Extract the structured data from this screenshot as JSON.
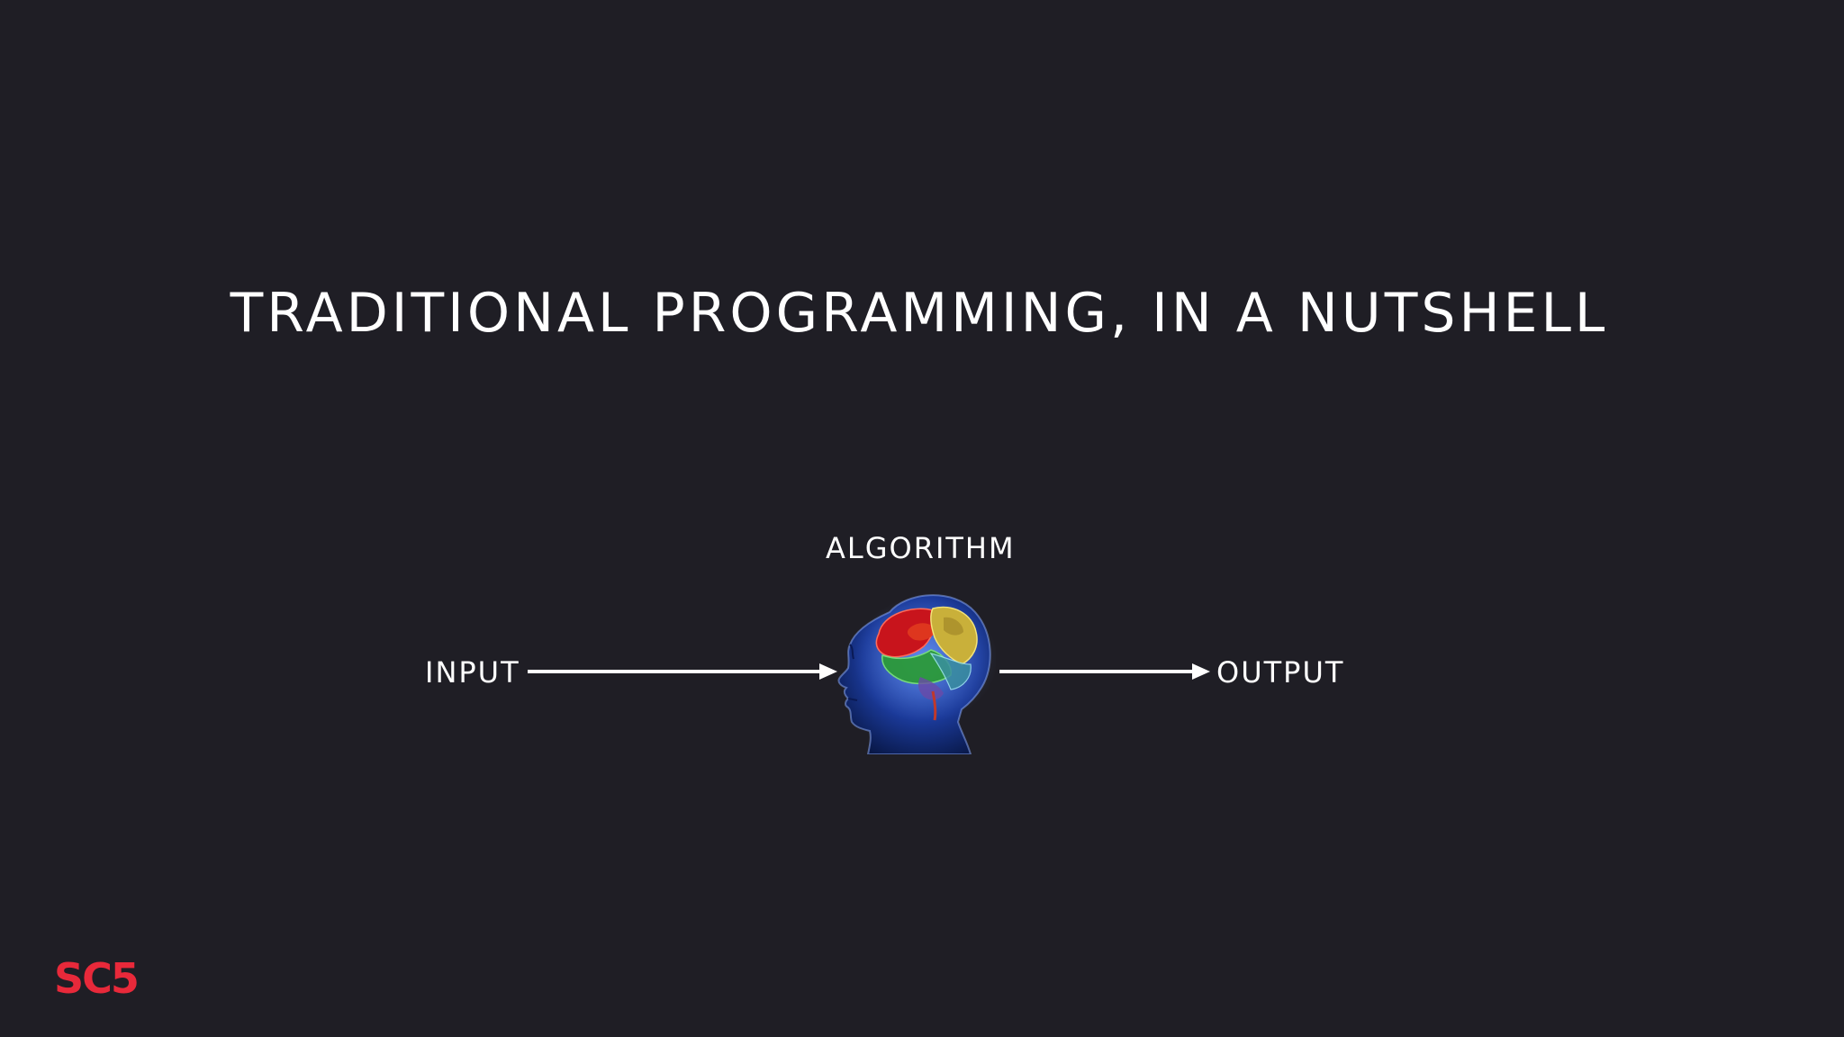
{
  "slide": {
    "title": "TRADITIONAL PROGRAMMING, IN A NUTSHELL",
    "diagram": {
      "algorithm_label": "ALGORITHM",
      "input_label": "INPUT",
      "output_label": "OUTPUT",
      "center_icon": "brain-head-icon"
    },
    "logo": "SC5"
  },
  "colors": {
    "background": "#1f1e25",
    "text": "#ffffff",
    "logo": "#e8293a"
  }
}
